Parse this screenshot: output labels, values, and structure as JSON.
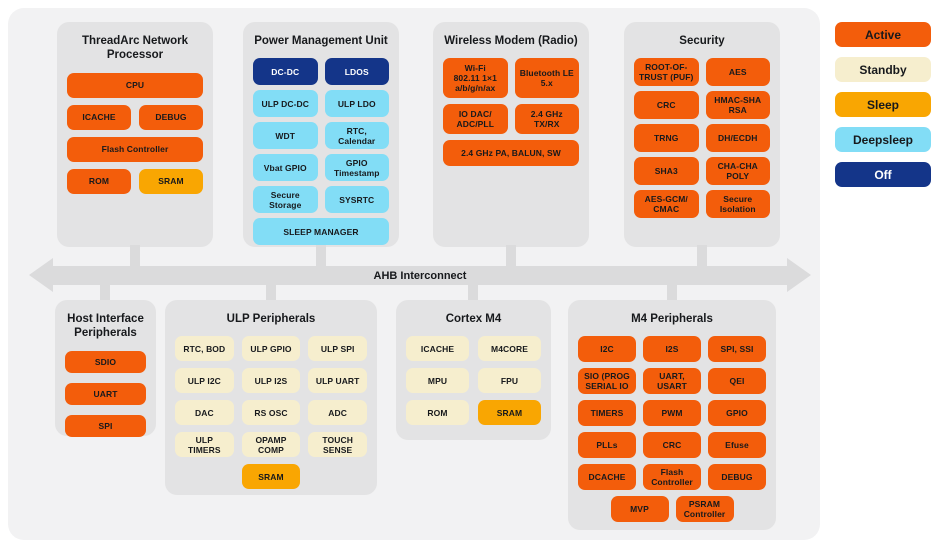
{
  "colors": {
    "active": "#F35D0B",
    "standby": "#F6EECE",
    "sleep": "#F9A602",
    "deepsleep": "#82DDF6",
    "off": "#143589",
    "panel": "#E3E3E4",
    "canvas": "#F2F2F3",
    "wire": "#DBDBDC",
    "ink": "#17191C"
  },
  "interconnect": {
    "label": "AHB Interconnect"
  },
  "legend": {
    "items": [
      {
        "label": "Active",
        "state": "active"
      },
      {
        "label": "Standby",
        "state": "standby"
      },
      {
        "label": "Sleep",
        "state": "sleep"
      },
      {
        "label": "Deepsleep",
        "state": "deepsleep"
      },
      {
        "label": "Off",
        "state": "off"
      }
    ]
  },
  "groups": [
    {
      "id": "threadarc",
      "title": "ThreadArc Network Processor",
      "tiles": [
        {
          "label": "CPU",
          "state": "active"
        },
        {
          "label": "ICACHE",
          "state": "active"
        },
        {
          "label": "DEBUG",
          "state": "active"
        },
        {
          "label": "Flash Controller",
          "state": "active"
        },
        {
          "label": "ROM",
          "state": "active"
        },
        {
          "label": "SRAM",
          "state": "sleep"
        }
      ]
    },
    {
      "id": "pmu",
      "title": "Power Management Unit",
      "tiles": [
        {
          "label": "DC-DC",
          "state": "off"
        },
        {
          "label": "LDOS",
          "state": "off"
        },
        {
          "label": "ULP DC-DC",
          "state": "deepsleep"
        },
        {
          "label": "ULP LDO",
          "state": "deepsleep"
        },
        {
          "label": "WDT",
          "state": "deepsleep"
        },
        {
          "label": "RTC, Calendar",
          "state": "deepsleep"
        },
        {
          "label": "Vbat GPIO",
          "state": "deepsleep"
        },
        {
          "label": "GPIO\nTimestamp",
          "state": "deepsleep"
        },
        {
          "label": "Secure\nStorage",
          "state": "deepsleep"
        },
        {
          "label": "SYSRTC",
          "state": "deepsleep"
        },
        {
          "label": "SLEEP MANAGER",
          "state": "deepsleep"
        }
      ]
    },
    {
      "id": "wireless",
      "title": "Wireless Modem (Radio)",
      "tiles": [
        {
          "label": "Wi-Fi\n802.11 1×1\na/b/g/n/ax",
          "state": "active"
        },
        {
          "label": "Bluetooth LE\n5.x",
          "state": "active"
        },
        {
          "label": "IO DAC/\nADC/PLL",
          "state": "active"
        },
        {
          "label": "2.4 GHz\nTX/RX",
          "state": "active"
        },
        {
          "label": "2.4 GHz PA, BALUN, SW",
          "state": "active"
        }
      ]
    },
    {
      "id": "security",
      "title": "Security",
      "tiles": [
        {
          "label": "ROOT-OF-\nTRUST (PUF)",
          "state": "active"
        },
        {
          "label": "AES",
          "state": "active"
        },
        {
          "label": "CRC",
          "state": "active"
        },
        {
          "label": "HMAC-SHA\nRSA",
          "state": "active"
        },
        {
          "label": "TRNG",
          "state": "active"
        },
        {
          "label": "DH/ECDH",
          "state": "active"
        },
        {
          "label": "SHA3",
          "state": "active"
        },
        {
          "label": "CHA-CHA\nPOLY",
          "state": "active"
        },
        {
          "label": "AES-GCM/\nCMAC",
          "state": "active"
        },
        {
          "label": "Secure\nIsolation",
          "state": "active"
        }
      ]
    },
    {
      "id": "host",
      "title": "Host Interface Peripherals",
      "tiles": [
        {
          "label": "SDIO",
          "state": "active"
        },
        {
          "label": "UART",
          "state": "active"
        },
        {
          "label": "SPI",
          "state": "active"
        }
      ]
    },
    {
      "id": "ulp",
      "title": "ULP Peripherals",
      "tiles": [
        {
          "label": "RTC, BOD",
          "state": "standby"
        },
        {
          "label": "ULP GPIO",
          "state": "standby"
        },
        {
          "label": "ULP SPI",
          "state": "standby"
        },
        {
          "label": "ULP I2C",
          "state": "standby"
        },
        {
          "label": "ULP I2S",
          "state": "standby"
        },
        {
          "label": "ULP UART",
          "state": "standby"
        },
        {
          "label": "DAC",
          "state": "standby"
        },
        {
          "label": "RS OSC",
          "state": "standby"
        },
        {
          "label": "ADC",
          "state": "standby"
        },
        {
          "label": "ULP\nTIMERS",
          "state": "standby"
        },
        {
          "label": "OPAMP\nCOMP",
          "state": "standby"
        },
        {
          "label": "TOUCH\nSENSE",
          "state": "standby"
        },
        {
          "label": "SRAM",
          "state": "sleep"
        }
      ]
    },
    {
      "id": "cortex",
      "title": "Cortex M4",
      "tiles": [
        {
          "label": "ICACHE",
          "state": "standby"
        },
        {
          "label": "M4CORE",
          "state": "standby"
        },
        {
          "label": "MPU",
          "state": "standby"
        },
        {
          "label": "FPU",
          "state": "standby"
        },
        {
          "label": "ROM",
          "state": "standby"
        },
        {
          "label": "SRAM",
          "state": "sleep"
        }
      ]
    },
    {
      "id": "m4p",
      "title": "M4 Peripherals",
      "tiles": [
        {
          "label": "I2C",
          "state": "active"
        },
        {
          "label": "I2S",
          "state": "active"
        },
        {
          "label": "SPI, SSI",
          "state": "active"
        },
        {
          "label": "SIO (PROG\nSERIAL IO",
          "state": "active"
        },
        {
          "label": "UART, USART",
          "state": "active"
        },
        {
          "label": "QEI",
          "state": "active"
        },
        {
          "label": "TIMERS",
          "state": "active"
        },
        {
          "label": "PWM",
          "state": "active"
        },
        {
          "label": "GPIO",
          "state": "active"
        },
        {
          "label": "PLLs",
          "state": "active"
        },
        {
          "label": "CRC",
          "state": "active"
        },
        {
          "label": "Efuse",
          "state": "active"
        },
        {
          "label": "DCACHE",
          "state": "active"
        },
        {
          "label": "Flash\nController",
          "state": "active"
        },
        {
          "label": "DEBUG",
          "state": "active"
        },
        {
          "label": "MVP",
          "state": "active"
        },
        {
          "label": "PSRAM\nController",
          "state": "active"
        }
      ]
    }
  ]
}
